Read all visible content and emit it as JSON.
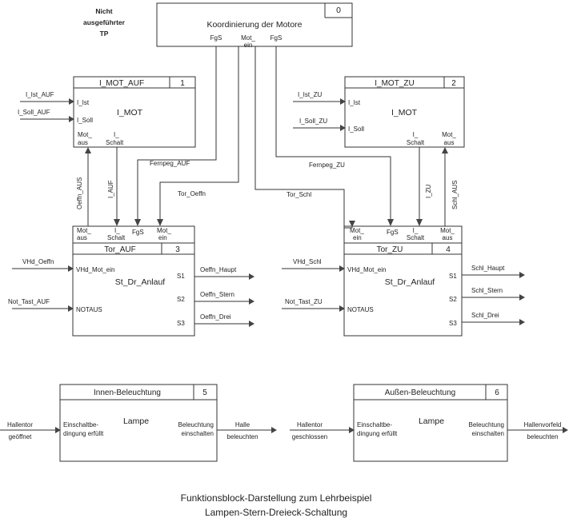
{
  "caption": {
    "line1": "Funktionsblock-Darstellung zum Lehrbeispiel",
    "line2": "Lampen-Stern-Dreieck-Schaltung"
  },
  "note": [
    "Nicht",
    "ausgeführter",
    "TP"
  ],
  "blocks": {
    "b0": {
      "num": "0",
      "title": "Koordinierung der Motore",
      "p_fgs_l": "FgS",
      "p_mot_ein": "Mot_ein",
      "p_fgs_r": "FgS"
    },
    "b1": {
      "title": "I_MOT_AUF",
      "num": "1",
      "func": "I_MOT",
      "p_ist": "I_Ist",
      "p_soll": "I_Soll",
      "p_motaus": "Mot_aus",
      "p_schalt": "I_Schalt"
    },
    "b2": {
      "title": "I_MOT_ZU",
      "num": "2",
      "func": "I_MOT",
      "p_ist": "I_Ist",
      "p_soll": "I_Soll",
      "p_schalt": "I_Schalt",
      "p_motaus": "Mot_aus"
    },
    "b3": {
      "title": "Tor_AUF",
      "num": "3",
      "func": "St_Dr_Anlauf",
      "p_motaus": "Mot_aus",
      "p_schalt": "I_Schalt",
      "p_fgs": "FgS",
      "p_motein": "Mot_ein",
      "p_vhd": "VHd_Mot_ein",
      "p_notaus": "NOTAUS",
      "s1": "S1",
      "s2": "S2",
      "s3": "S3"
    },
    "b4": {
      "title": "Tor_ZU",
      "num": "4",
      "func": "St_Dr_Anlauf",
      "p_motein": "Mot_ein",
      "p_fgs": "FgS",
      "p_schalt": "I_Schalt",
      "p_motaus": "Mot_aus",
      "p_vhd": "VHd_Mot_ein",
      "p_notaus": "NOTAUS",
      "s1": "S1",
      "s2": "S2",
      "s3": "S3"
    },
    "b5": {
      "title": "Innen-Beleuchtung",
      "num": "5",
      "func": "Lampe",
      "p_in": [
        "Einschaltbe-",
        "dingung erfüllt"
      ],
      "p_out": [
        "Beleuchtung",
        "einschalten"
      ]
    },
    "b6": {
      "title": "Außen-Beleuchtung",
      "num": "6",
      "func": "Lampe",
      "p_in": [
        "Einschaltbe-",
        "dingung erfüllt"
      ],
      "p_out": [
        "Beleuchtung",
        "einschalten"
      ]
    }
  },
  "signals": {
    "i_ist_auf": "I_Ist_AUF",
    "i_soll_auf": "I_Soll_AUF",
    "i_ist_zu": "I_Ist_ZU",
    "i_soll_zu": "I_Soll_ZU",
    "fernpeg_auf": "Fernpeg_AUF",
    "fernpeg_zu": "Fernpeg_ZU",
    "tor_oeffn": "Tor_Oeffn",
    "tor_schl": "Tor_Schl",
    "oeffn_aus": "Oeffn_AUS",
    "i_auf": "I_AUF",
    "i_zu": "I_ZU",
    "schl_aus": "Schl_AUS",
    "vhd_oeffn": "VHd_Oeffn",
    "not_tast_auf": "Not_Tast_AUF",
    "vhd_schl": "VHd_Schl",
    "not_tast_zu": "Not_Tast_ZU",
    "oeffn_haupt": "Oeffn_Haupt",
    "oeffn_stern": "Oeffn_Stern",
    "oeffn_drei": "Oeffn_Drei",
    "schl_haupt": "Schl_Haupt",
    "schl_stern": "Schl_Stern",
    "schl_drei": "Schl_Drei",
    "hallentor_geoeffnet": [
      "Hallentor",
      "geöffnet"
    ],
    "halle_beleuchten": [
      "Halle",
      "beleuchten"
    ],
    "hallentor_geschlossen": [
      "Hallentor",
      "geschlossen"
    ],
    "hallenvorfeld_beleuchten": [
      "Hallenvorfeld",
      "beleuchten"
    ]
  }
}
